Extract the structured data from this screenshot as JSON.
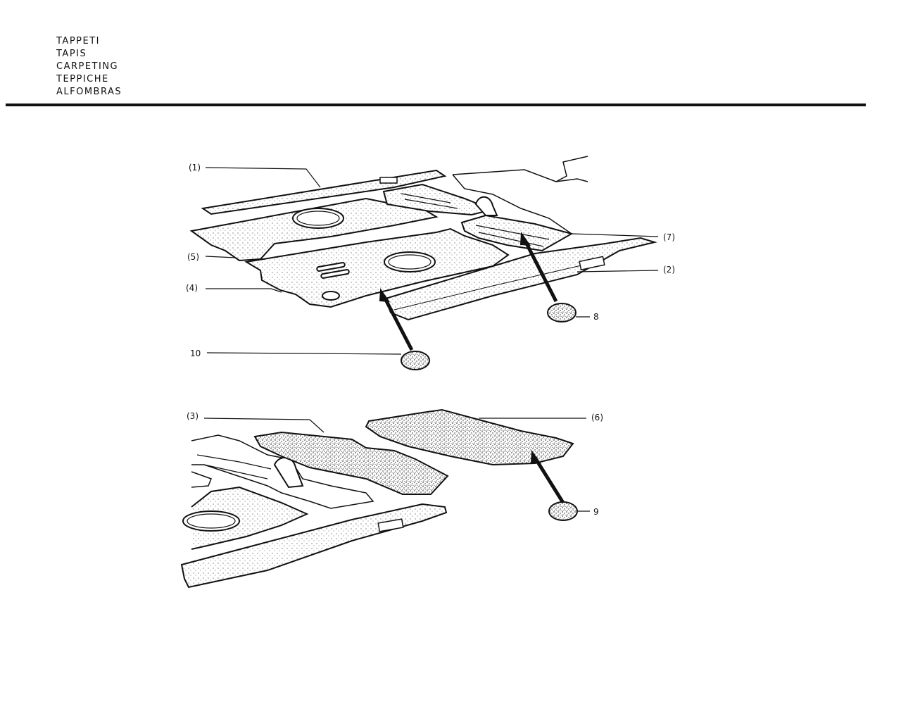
{
  "header": {
    "titles": [
      "TAPPETI",
      "TAPIS",
      "CARPETING",
      "TEPPICHE",
      "ALFOMBRAS"
    ]
  },
  "callouts": {
    "c1": "(1)",
    "c2": "(2)",
    "c3": "(3)",
    "c4": "(4)",
    "c5": "(5)",
    "c6": "(6)",
    "c7": "(7)",
    "c8": "8",
    "c9": "9",
    "c10": "10"
  }
}
